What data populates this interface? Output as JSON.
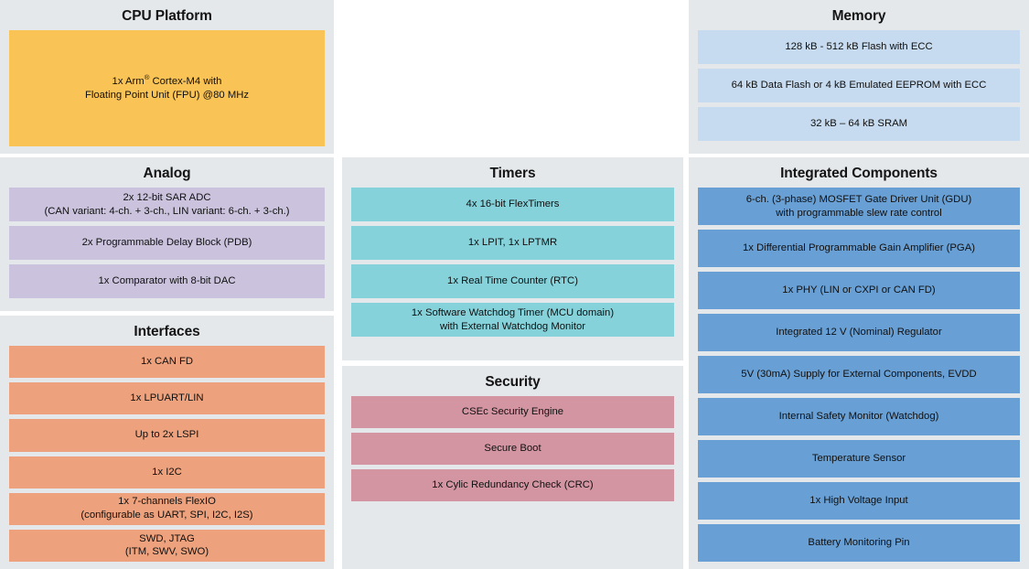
{
  "colors": {
    "page_background": "#ffffff",
    "panel_background": "#e4e8eb",
    "cpu": "#fac356",
    "memory": "#c6dbf0",
    "analog": "#cbc3dd",
    "interfaces": "#eda17c",
    "timers": "#85d2da",
    "security": "#d395a2",
    "integrated_components": "#689fd4",
    "text": "#101010"
  },
  "panels": {
    "cpu_platform": {
      "title": "CPU Platform",
      "blocks": [
        {
          "line1": "1x Arm® Cortex-M4 with",
          "line2": "Floating Point Unit (FPU) @80 MHz"
        }
      ]
    },
    "memory": {
      "title": "Memory",
      "blocks": [
        {
          "line1": "128 kB - 512 kB Flash with ECC"
        },
        {
          "line1": "64 kB Data Flash or 4 kB Emulated EEPROM with ECC"
        },
        {
          "line1": "32 kB – 64 kB SRAM"
        }
      ]
    },
    "analog": {
      "title": "Analog",
      "blocks": [
        {
          "line1": "2x 12-bit SAR ADC",
          "line2": "(CAN variant: 4-ch. + 3-ch., LIN variant: 6-ch. + 3-ch.)"
        },
        {
          "line1": "2x Programmable Delay Block (PDB)"
        },
        {
          "line1": "1x Comparator with 8-bit DAC"
        }
      ]
    },
    "interfaces": {
      "title": "Interfaces",
      "blocks": [
        {
          "line1": "1x CAN FD"
        },
        {
          "line1": "1x LPUART/LIN"
        },
        {
          "line1": "Up to 2x LSPI"
        },
        {
          "line1": "1x I2C"
        },
        {
          "line1": "1x 7-channels FlexIO",
          "line2": "(configurable as UART, SPI, I2C, I2S)"
        },
        {
          "line1": "SWD, JTAG",
          "line2": "(ITM, SWV, SWO)"
        }
      ]
    },
    "timers": {
      "title": "Timers",
      "blocks": [
        {
          "line1": "4x 16-bit FlexTimers"
        },
        {
          "line1": "1x LPIT, 1x LPTMR"
        },
        {
          "line1": "1x Real Time Counter (RTC)"
        },
        {
          "line1": "1x Software Watchdog Timer (MCU domain)",
          "line2": "with External Watchdog Monitor"
        }
      ]
    },
    "security": {
      "title": "Security",
      "blocks": [
        {
          "line1": "CSEc Security Engine"
        },
        {
          "line1": "Secure Boot"
        },
        {
          "line1": "1x Cylic Redundancy Check (CRC)"
        }
      ]
    },
    "integrated_components": {
      "title": "Integrated Components",
      "blocks": [
        {
          "line1": "6-ch. (3-phase) MOSFET Gate Driver Unit (GDU)",
          "line2": "with programmable slew rate control"
        },
        {
          "line1": "1x Differential Programmable Gain Amplifier (PGA)"
        },
        {
          "line1": "1x PHY (LIN or CXPI or CAN FD)"
        },
        {
          "line1": "Integrated 12 V (Nominal) Regulator"
        },
        {
          "line1": "5V (30mA) Supply for External Components, EVDD"
        },
        {
          "line1": "Internal Safety Monitor (Watchdog)"
        },
        {
          "line1": "Temperature Sensor"
        },
        {
          "line1": "1x High Voltage Input"
        },
        {
          "line1": "Battery Monitoring Pin"
        }
      ]
    }
  }
}
